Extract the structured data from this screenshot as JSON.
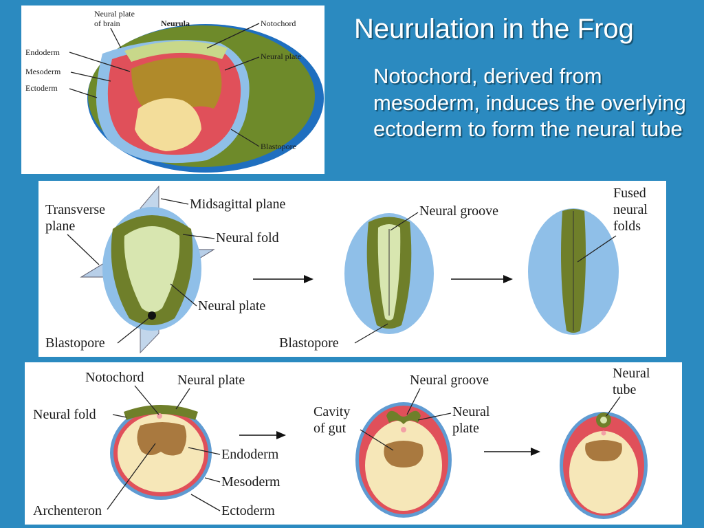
{
  "slide": {
    "title": "Neurulation in the Frog",
    "body": "Notochord, derived from mesoderm, induces the overlying ectoderm to form the neural tube"
  },
  "figure_top": {
    "title": "Neurula",
    "labels": {
      "neural_plate_of_brain_1": "Neural plate",
      "neural_plate_of_brain_2": "of brain",
      "notochord": "Notochord",
      "endoderm": "Endoderm",
      "mesoderm": "Mesoderm",
      "ectoderm": "Ectoderm",
      "neural_plate": "Neural plate",
      "blastopore": "Blastopore"
    }
  },
  "figure_middle": {
    "labels": {
      "transverse_plane_1": "Transverse",
      "transverse_plane_2": "plane",
      "midsagittal_plane": "Midsagittal plane",
      "neural_fold": "Neural fold",
      "neural_plate": "Neural plate",
      "blastopore_1": "Blastopore",
      "neural_groove": "Neural groove",
      "blastopore_2": "Blastopore",
      "fused_1": "Fused",
      "fused_2": "neural",
      "fused_3": "folds"
    }
  },
  "figure_bottom": {
    "labels": {
      "notochord": "Notochord",
      "neural_plate": "Neural plate",
      "neural_fold": "Neural fold",
      "endoderm": "Endoderm",
      "mesoderm": "Mesoderm",
      "archenteron": "Archenteron",
      "ectoderm": "Ectoderm",
      "neural_groove": "Neural groove",
      "cavity_1": "Cavity",
      "cavity_2": "of gut",
      "neural_plate2_1": "Neural",
      "neural_plate2_2": "plate",
      "neural_tube_1": "Neural",
      "neural_tube_2": "tube"
    }
  },
  "colors": {
    "background": "#2b8ac0",
    "ectoderm_blue": "#8fbfe8",
    "neural_green": "#6f7f2a",
    "plate_light": "#d8e6b0",
    "mesoderm_red": "#e0505a",
    "yolk": "#f3dd9a",
    "archenteron": "#a9793f"
  }
}
